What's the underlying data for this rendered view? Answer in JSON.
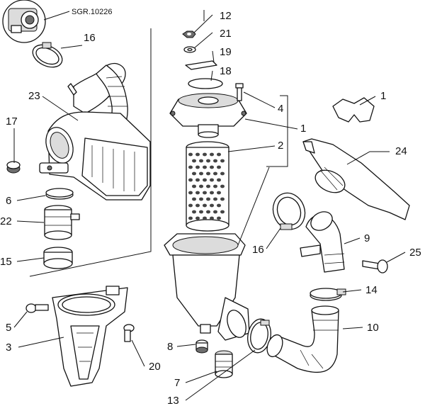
{
  "drawing_ref": "SGR.10226",
  "callouts": {
    "c12": "12",
    "c21": "21",
    "c19": "19",
    "c18": "18",
    "c16a": "16",
    "c23": "23",
    "c17": "17",
    "c4": "4",
    "c1a": "1",
    "c1b": "1",
    "c2": "2",
    "c24": "24",
    "c6": "6",
    "c22": "22",
    "c15": "15",
    "c16b": "16",
    "c9": "9",
    "c25": "25",
    "c14": "14",
    "c5": "5",
    "c10": "10",
    "c3": "3",
    "c8": "8",
    "c20": "20",
    "c7": "7",
    "c13": "13"
  }
}
